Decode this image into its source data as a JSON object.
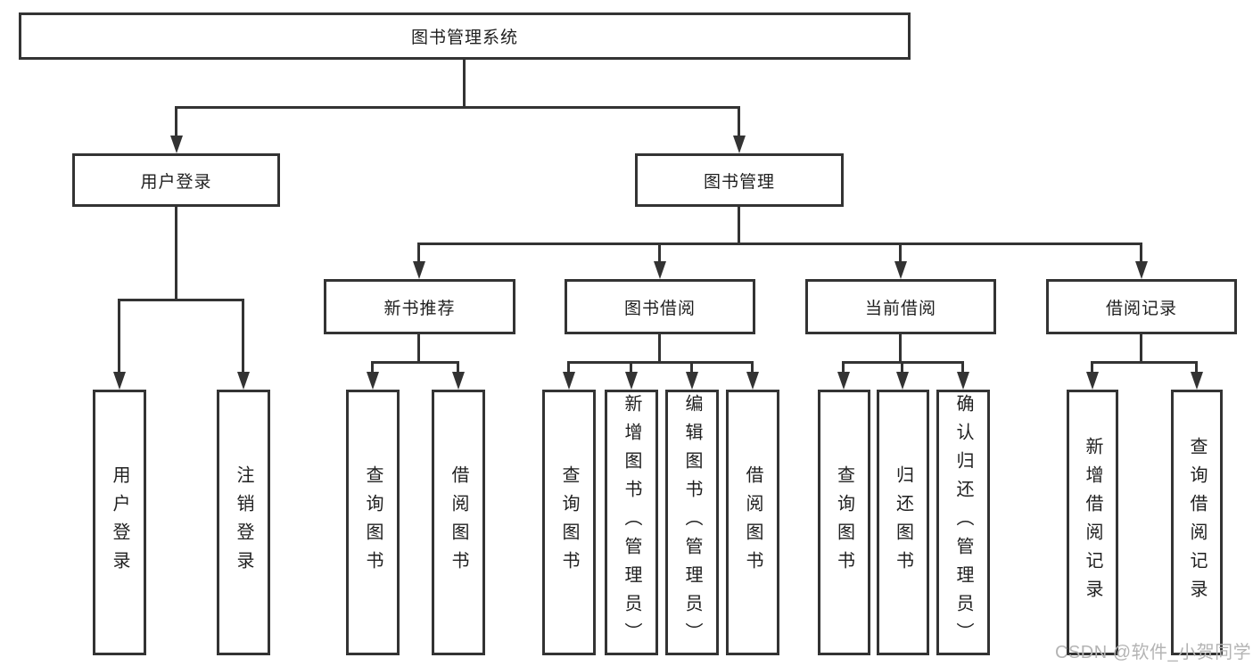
{
  "nodes": {
    "root": "图书管理系统",
    "user_login": "用户登录",
    "book_mgmt": "图书管理",
    "new_book_rec": "新书推荐",
    "book_borrow": "图书借阅",
    "current_borrow": "当前借阅",
    "borrow_record": "借阅记录",
    "leaf_user_login": "用户登录",
    "leaf_logout": "注销登录",
    "rec_query_book": "查询图书",
    "rec_borrow_book": "借阅图书",
    "bb_query_book": "查询图书",
    "bb_add_book": "新增图书（管理员）",
    "bb_edit_book": "编辑图书（管理员）",
    "bb_borrow_book": "借阅图书",
    "cb_query_book": "查询图书",
    "cb_return_book": "归还图书",
    "cb_confirm_return": "确认归还（管理员）",
    "br_add_record": "新增借阅记录",
    "br_query_record": "查询借阅记录"
  },
  "watermark": {
    "text": "CSDN @软件_小贺同学"
  },
  "colors": {
    "line": "#333333",
    "box_bg": "#ffffff",
    "text": "#1f1f1f",
    "watermark": "#b4b4b4"
  }
}
